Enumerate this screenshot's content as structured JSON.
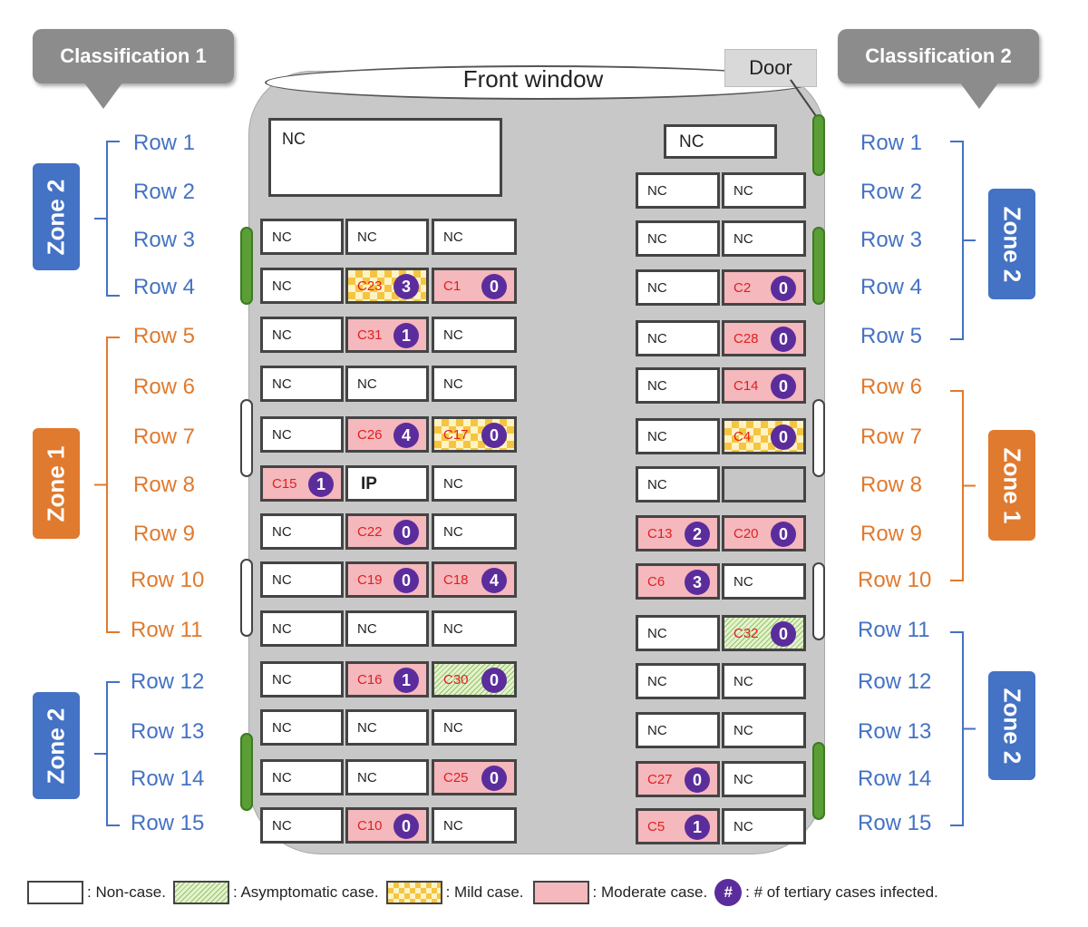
{
  "header": {
    "classification_left": "Classification 1",
    "classification_right": "Classification 2",
    "front_window": "Front window",
    "door": "Door"
  },
  "front": {
    "driver_label": "NC",
    "front_right_label": "NC"
  },
  "left_rows": [
    "Row 1",
    "Row 2",
    "Row 3",
    "Row 4",
    "Row 5",
    "Row 6",
    "Row 7",
    "Row 8",
    "Row 9",
    "Row 10",
    "Row 11",
    "Row 12",
    "Row 13",
    "Row 14",
    "Row 15"
  ],
  "right_rows": [
    "Row 1",
    "Row 2",
    "Row 3",
    "Row 4",
    "Row 5",
    "Row 6",
    "Row 7",
    "Row 8",
    "Row 9",
    "Row 10",
    "Row 11",
    "Row 12",
    "Row 13",
    "Row 14",
    "Row 15"
  ],
  "left_zones": [
    "Zone 2",
    "Zone 1",
    "Zone 2"
  ],
  "right_zones": [
    "Zone 2",
    "Zone 1",
    "Zone 2"
  ],
  "seats_left": [
    {
      "row": 3,
      "seats": [
        {
          "label": "NC",
          "status": "non"
        },
        {
          "label": "NC",
          "status": "non"
        },
        {
          "label": "NC",
          "status": "non"
        }
      ]
    },
    {
      "row": 4,
      "seats": [
        {
          "label": "NC",
          "status": "non"
        },
        {
          "label": "C23",
          "status": "mild",
          "tertiary": "3"
        },
        {
          "label": "C1",
          "status": "mod",
          "tertiary": "0"
        }
      ]
    },
    {
      "row": 5,
      "seats": [
        {
          "label": "NC",
          "status": "non"
        },
        {
          "label": "C31",
          "status": "mod",
          "tertiary": "1"
        },
        {
          "label": "NC",
          "status": "non"
        }
      ]
    },
    {
      "row": 6,
      "seats": [
        {
          "label": "NC",
          "status": "non"
        },
        {
          "label": "NC",
          "status": "non"
        },
        {
          "label": "NC",
          "status": "non"
        }
      ]
    },
    {
      "row": 7,
      "seats": [
        {
          "label": "NC",
          "status": "non"
        },
        {
          "label": "C26",
          "status": "mod",
          "tertiary": "4"
        },
        {
          "label": "C17",
          "status": "mild",
          "tertiary": "0"
        }
      ]
    },
    {
      "row": 8,
      "seats": [
        {
          "label": "C15",
          "status": "mod",
          "tertiary": "1"
        },
        {
          "label": "IP",
          "status": "ip"
        },
        {
          "label": "NC",
          "status": "non"
        }
      ]
    },
    {
      "row": 9,
      "seats": [
        {
          "label": "NC",
          "status": "non"
        },
        {
          "label": "C22",
          "status": "mod",
          "tertiary": "0"
        },
        {
          "label": "NC",
          "status": "non"
        }
      ]
    },
    {
      "row": 10,
      "seats": [
        {
          "label": "NC",
          "status": "non"
        },
        {
          "label": "C19",
          "status": "mod",
          "tertiary": "0"
        },
        {
          "label": "C18",
          "status": "mod",
          "tertiary": "4"
        }
      ]
    },
    {
      "row": 11,
      "seats": [
        {
          "label": "NC",
          "status": "non"
        },
        {
          "label": "NC",
          "status": "non"
        },
        {
          "label": "NC",
          "status": "non"
        }
      ]
    },
    {
      "row": 12,
      "seats": [
        {
          "label": "NC",
          "status": "non"
        },
        {
          "label": "C16",
          "status": "mod",
          "tertiary": "1"
        },
        {
          "label": "C30",
          "status": "asym",
          "tertiary": "0"
        }
      ]
    },
    {
      "row": 13,
      "seats": [
        {
          "label": "NC",
          "status": "non"
        },
        {
          "label": "NC",
          "status": "non"
        },
        {
          "label": "NC",
          "status": "non"
        }
      ]
    },
    {
      "row": 14,
      "seats": [
        {
          "label": "NC",
          "status": "non"
        },
        {
          "label": "NC",
          "status": "non"
        },
        {
          "label": "C25",
          "status": "mod",
          "tertiary": "0"
        }
      ]
    },
    {
      "row": 15,
      "seats": [
        {
          "label": "NC",
          "status": "non"
        },
        {
          "label": "C10",
          "status": "mod",
          "tertiary": "0"
        },
        {
          "label": "NC",
          "status": "non"
        }
      ]
    }
  ],
  "seats_right": [
    {
      "row": 2,
      "seats": [
        {
          "label": "NC",
          "status": "non"
        },
        {
          "label": "NC",
          "status": "non"
        }
      ]
    },
    {
      "row": 3,
      "seats": [
        {
          "label": "NC",
          "status": "non"
        },
        {
          "label": "NC",
          "status": "non"
        }
      ]
    },
    {
      "row": 4,
      "seats": [
        {
          "label": "NC",
          "status": "non"
        },
        {
          "label": "C2",
          "status": "mod",
          "tertiary": "0"
        }
      ]
    },
    {
      "row": 5,
      "seats": [
        {
          "label": "NC",
          "status": "non"
        },
        {
          "label": "C28",
          "status": "mod",
          "tertiary": "0"
        }
      ]
    },
    {
      "row": 6,
      "seats": [
        {
          "label": "NC",
          "status": "non"
        },
        {
          "label": "C14",
          "status": "mod",
          "tertiary": "0"
        }
      ]
    },
    {
      "row": 7,
      "seats": [
        {
          "label": "NC",
          "status": "non"
        },
        {
          "label": "C4",
          "status": "mild",
          "tertiary": "0"
        }
      ]
    },
    {
      "row": 8,
      "seats": [
        {
          "label": "NC",
          "status": "non"
        },
        {
          "label": "",
          "status": "empty"
        }
      ]
    },
    {
      "row": 9,
      "seats": [
        {
          "label": "C13",
          "status": "mod",
          "tertiary": "2"
        },
        {
          "label": "C20",
          "status": "mod",
          "tertiary": "0"
        }
      ]
    },
    {
      "row": 10,
      "seats": [
        {
          "label": "C6",
          "status": "mod",
          "tertiary": "3"
        },
        {
          "label": "NC",
          "status": "non"
        }
      ]
    },
    {
      "row": 11,
      "seats": [
        {
          "label": "NC",
          "status": "non"
        },
        {
          "label": "C32",
          "status": "asym",
          "tertiary": "0"
        }
      ]
    },
    {
      "row": 12,
      "seats": [
        {
          "label": "NC",
          "status": "non"
        },
        {
          "label": "NC",
          "status": "non"
        }
      ]
    },
    {
      "row": 13,
      "seats": [
        {
          "label": "NC",
          "status": "non"
        },
        {
          "label": "NC",
          "status": "non"
        }
      ]
    },
    {
      "row": 14,
      "seats": [
        {
          "label": "C27",
          "status": "mod",
          "tertiary": "0"
        },
        {
          "label": "NC",
          "status": "non"
        }
      ]
    },
    {
      "row": 15,
      "seats": [
        {
          "label": "C5",
          "status": "mod",
          "tertiary": "1"
        },
        {
          "label": "NC",
          "status": "non"
        }
      ]
    }
  ],
  "colors": {
    "zone_blue": "#4472c4",
    "zone_orange": "#e07a2e",
    "moderate": "#f4b8bd",
    "mild": "#f5c542",
    "asymptomatic": "#93c464",
    "badge": "#5b2d9c",
    "vent_green": "#5a9e35"
  },
  "legend": {
    "non_case": ": Non-case.",
    "asymptomatic": ": Asymptomatic case.",
    "mild": ": Mild case.",
    "moderate": ": Moderate case.",
    "badge_symbol": "#",
    "tertiary": ": # of tertiary cases infected."
  }
}
